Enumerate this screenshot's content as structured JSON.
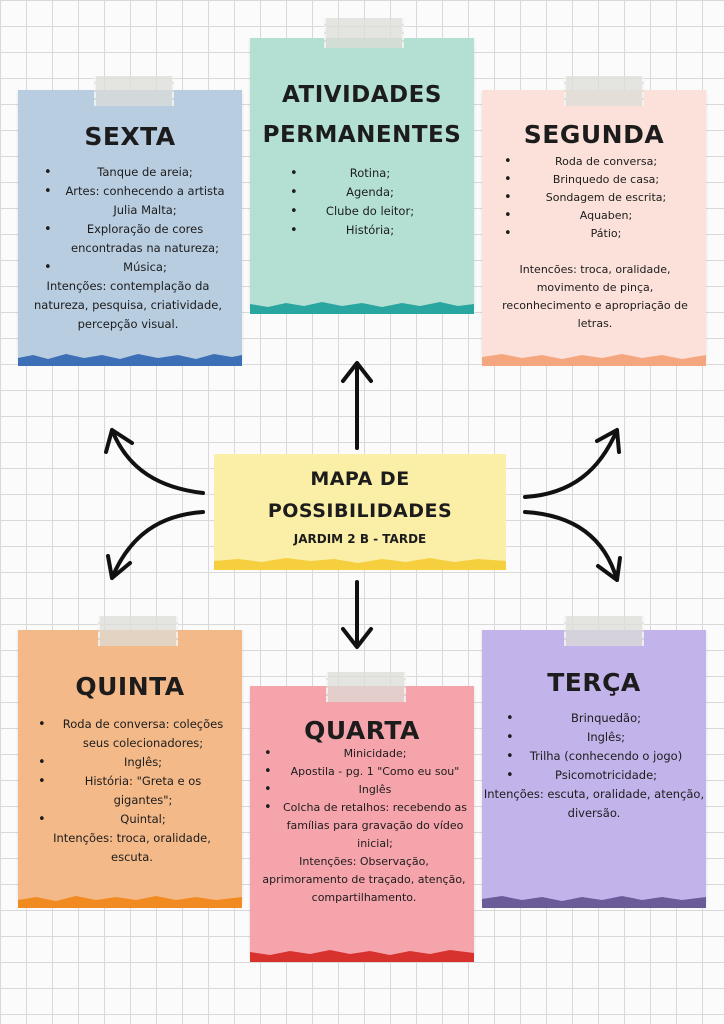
{
  "center": {
    "title_line1": "MAPA DE",
    "title_line2": "POSSIBILIDADES",
    "subtitle": "JARDIM 2 B - TARDE"
  },
  "atividades": {
    "title_line1": "ATIVIDADES",
    "title_line2": "PERMANENTES",
    "items": [
      "Rotina;",
      "Agenda;",
      "Clube do leitor;",
      "História;"
    ]
  },
  "sexta": {
    "title": "SEXTA",
    "items": [
      "Tanque de areia;",
      "Artes: conhecendo a artista Julia Malta;",
      "Exploração de cores encontradas na natureza;",
      "Música;"
    ],
    "intencoes": "Intenções: contemplação da natureza, pesquisa, criatividade, percepção visual."
  },
  "segunda": {
    "title": "SEGUNDA",
    "items": [
      "Roda de conversa;",
      "Brinquedo de casa;",
      "Sondagem de escrita;",
      "Aquaben;",
      "Pátio;"
    ],
    "intencoes": "Intencões: troca, oralidade, movimento de pinça, reconhecimento e apropriação de letras."
  },
  "quinta": {
    "title": "QUINTA",
    "items": [
      "Roda de conversa: coleções seus colecionadores;",
      "Inglês;",
      "História: \"Greta e os gigantes\";",
      "Quintal;"
    ],
    "intencoes": "Intenções: troca, oralidade, escuta."
  },
  "quarta": {
    "title": "QUARTA",
    "items": [
      "Minicidade;",
      "Apostila - pg. 1 \"Como eu sou\"",
      "Inglês",
      "Colcha de retalhos: recebendo as famílias para gravação do vídeo inicial;"
    ],
    "intencoes": "Intenções: Observação, aprimoramento de traçado, atenção, compartilhamento."
  },
  "terca": {
    "title": "TERÇA",
    "items": [
      "Brinquedão;",
      "Inglês;",
      "Trilha (conhecendo o jogo)",
      "Psicomotricidade;"
    ],
    "intencoes": "Intenções: escuta, oralidade, atenção, diversão."
  },
  "colors": {
    "sexta": "#b9cde1",
    "atividades": "#b4e0d4",
    "segunda": "#fbe1d9",
    "center": "#fbeea6",
    "quinta": "#f4b989",
    "quarta": "#f6a4ac",
    "terca": "#c3b3eb"
  }
}
